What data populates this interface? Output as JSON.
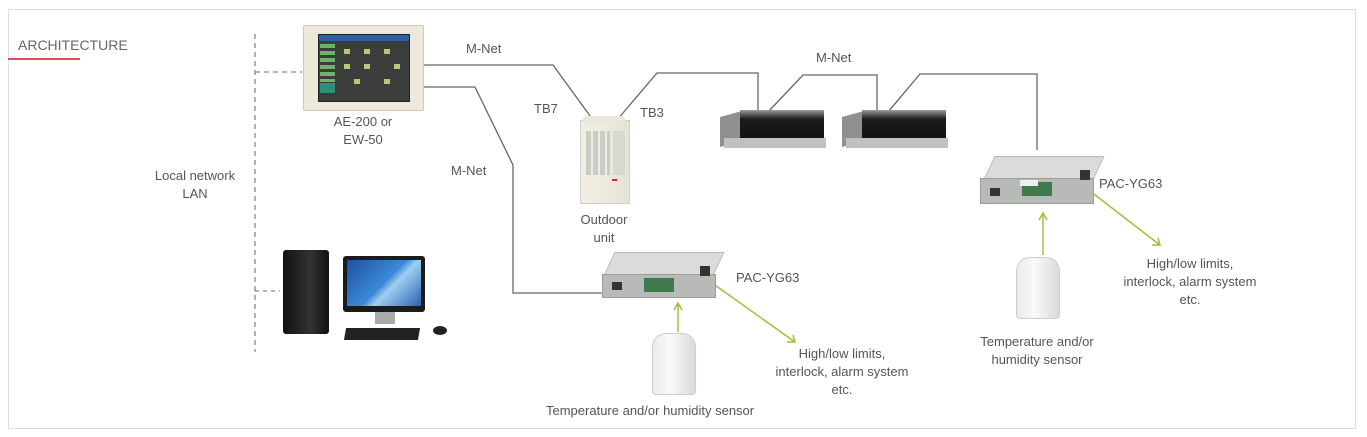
{
  "title": "ARCHITECTURE",
  "colors": {
    "accent": "#e05050",
    "wire": "#666666",
    "signal": "#9ac23c"
  },
  "labels": {
    "local_network": [
      "Local network",
      "LAN"
    ],
    "controller": [
      "AE-200 or",
      "EW-50"
    ],
    "mnet_top": "M-Net",
    "mnet_left": "M-Net",
    "mnet_indoor": "M-Net",
    "tb7": "TB7",
    "tb3": "TB3",
    "outdoor": [
      "Outdoor",
      "unit"
    ],
    "pac_1": "PAC-YG63",
    "pac_2": "PAC-YG63",
    "limits_1": [
      "High/low limits,",
      "interlock, alarm system",
      "etc."
    ],
    "limits_2": [
      "High/low limits,",
      "interlock, alarm system",
      "etc."
    ],
    "sensor_1": "Temperature and/or humidity sensor",
    "sensor_2": [
      "Temperature and/or",
      "humidity sensor"
    ]
  },
  "icons": {
    "controller": "touch-panel-controller-icon",
    "outdoor": "outdoor-unit-icon",
    "indoor": "ducted-indoor-unit-icon",
    "interface": "pac-yg63-interface-icon",
    "sensor": "sensor-icon",
    "pc": "desktop-computer-icon"
  }
}
